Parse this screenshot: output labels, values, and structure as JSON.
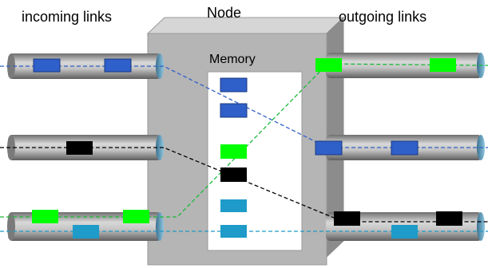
{
  "labels": {
    "incoming": "incoming links",
    "node": "Node",
    "outgoing": "outgoing links",
    "memory": "Memory"
  },
  "colors": {
    "blue": "#2f5fc8",
    "black": "#000000",
    "green": "#00ff00",
    "cyan": "#1e9bc8",
    "node_face": "#b8b8b8",
    "node_top": "#d4d4d4",
    "node_side": "#8e8e8e",
    "memory_bg": "#ffffff",
    "cable": "#9a9a9a"
  },
  "links": {
    "incoming": [
      "incoming-link-1",
      "incoming-link-2",
      "incoming-link-3"
    ],
    "outgoing": [
      "outgoing-link-1",
      "outgoing-link-2",
      "outgoing-link-3"
    ]
  },
  "memory_slots": [
    "blue",
    "blue",
    "green",
    "black",
    "cyan",
    "cyan"
  ]
}
